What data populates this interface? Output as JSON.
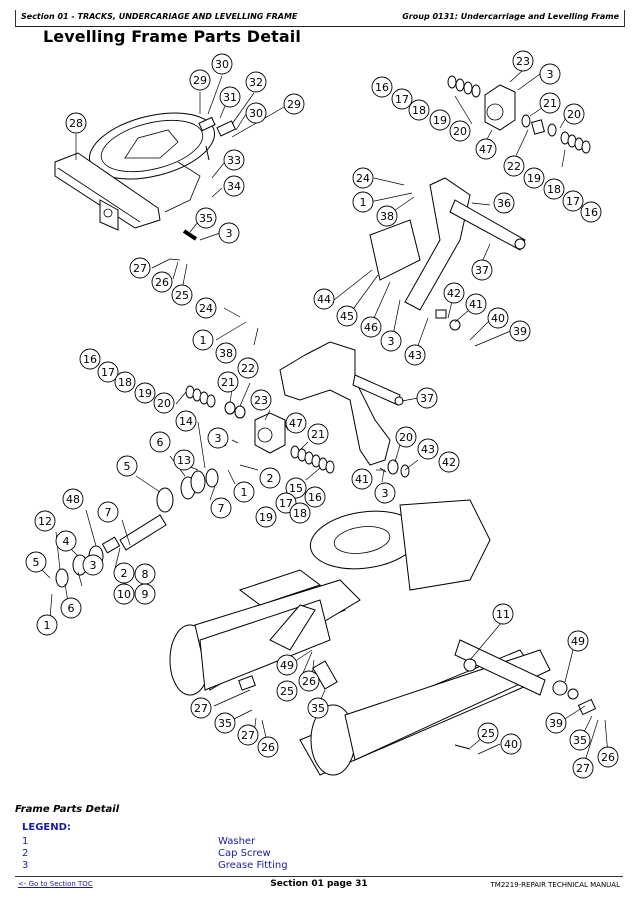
{
  "header": {
    "section": "Section 01 - TRACKS, UNDERCARIAGE AND LEVELLING FRAME",
    "group": "Group 0131: Undercarriage and Levelling Frame"
  },
  "page_title": "Levelling Frame Parts Detail",
  "diagram": {
    "callouts": [
      {
        "id": "c1",
        "label": "30"
      },
      {
        "id": "c2",
        "label": "29"
      },
      {
        "id": "c3",
        "label": "32"
      },
      {
        "id": "c4",
        "label": "31"
      },
      {
        "id": "c5",
        "label": "30"
      },
      {
        "id": "c6",
        "label": "29"
      },
      {
        "id": "c7",
        "label": "28"
      },
      {
        "id": "c8",
        "label": "33"
      },
      {
        "id": "c9",
        "label": "34"
      },
      {
        "id": "c10",
        "label": "35"
      },
      {
        "id": "c11",
        "label": "3"
      },
      {
        "id": "c12",
        "label": "27"
      },
      {
        "id": "c13",
        "label": "26"
      },
      {
        "id": "c14",
        "label": "25"
      },
      {
        "id": "c15",
        "label": "23"
      },
      {
        "id": "c16",
        "label": "3"
      },
      {
        "id": "c17",
        "label": "16"
      },
      {
        "id": "c18",
        "label": "17"
      },
      {
        "id": "c19",
        "label": "18"
      },
      {
        "id": "c20",
        "label": "19"
      },
      {
        "id": "c21",
        "label": "20"
      },
      {
        "id": "c22",
        "label": "47"
      },
      {
        "id": "c23",
        "label": "21"
      },
      {
        "id": "c24",
        "label": "20"
      },
      {
        "id": "c25",
        "label": "22"
      },
      {
        "id": "c26",
        "label": "19"
      },
      {
        "id": "c27",
        "label": "18"
      },
      {
        "id": "c28",
        "label": "17"
      },
      {
        "id": "c29",
        "label": "16"
      },
      {
        "id": "c30",
        "label": "24"
      },
      {
        "id": "c31",
        "label": "1"
      },
      {
        "id": "c32",
        "label": "38"
      },
      {
        "id": "c33",
        "label": "36"
      },
      {
        "id": "c34",
        "label": "37"
      },
      {
        "id": "c35",
        "label": "44"
      },
      {
        "id": "c36",
        "label": "45"
      },
      {
        "id": "c37",
        "label": "46"
      },
      {
        "id": "c38",
        "label": "3"
      },
      {
        "id": "c39",
        "label": "43"
      },
      {
        "id": "c40",
        "label": "42"
      },
      {
        "id": "c41",
        "label": "41"
      },
      {
        "id": "c42",
        "label": "40"
      },
      {
        "id": "c43",
        "label": "39"
      },
      {
        "id": "c44",
        "label": "24"
      },
      {
        "id": "c45",
        "label": "1"
      },
      {
        "id": "c46",
        "label": "38"
      },
      {
        "id": "c47",
        "label": "37"
      },
      {
        "id": "c48",
        "label": "16"
      },
      {
        "id": "c49",
        "label": "17"
      },
      {
        "id": "c50",
        "label": "18"
      },
      {
        "id": "c51",
        "label": "19"
      },
      {
        "id": "c52",
        "label": "20"
      },
      {
        "id": "c53",
        "label": "21"
      },
      {
        "id": "c54",
        "label": "22"
      },
      {
        "id": "c55",
        "label": "23"
      },
      {
        "id": "c56",
        "label": "47"
      },
      {
        "id": "c57",
        "label": "14"
      },
      {
        "id": "c58",
        "label": "3"
      },
      {
        "id": "c59",
        "label": "21"
      },
      {
        "id": "c60",
        "label": "6"
      },
      {
        "id": "c61",
        "label": "13"
      },
      {
        "id": "c62",
        "label": "2"
      },
      {
        "id": "c63",
        "label": "1"
      },
      {
        "id": "c64",
        "label": "5"
      },
      {
        "id": "c65",
        "label": "7"
      },
      {
        "id": "c66",
        "label": "15"
      },
      {
        "id": "c67",
        "label": "16"
      },
      {
        "id": "c68",
        "label": "17"
      },
      {
        "id": "c69",
        "label": "18"
      },
      {
        "id": "c70",
        "label": "19"
      },
      {
        "id": "c71",
        "label": "20"
      },
      {
        "id": "c72",
        "label": "43"
      },
      {
        "id": "c73",
        "label": "42"
      },
      {
        "id": "c74",
        "label": "41"
      },
      {
        "id": "c75",
        "label": "3"
      },
      {
        "id": "c76",
        "label": "48"
      },
      {
        "id": "c77",
        "label": "7"
      },
      {
        "id": "c78",
        "label": "12"
      },
      {
        "id": "c79",
        "label": "4"
      },
      {
        "id": "c80",
        "label": "5"
      },
      {
        "id": "c81",
        "label": "3"
      },
      {
        "id": "c82",
        "label": "6"
      },
      {
        "id": "c83",
        "label": "1"
      },
      {
        "id": "c84",
        "label": "2"
      },
      {
        "id": "c85",
        "label": "8"
      },
      {
        "id": "c86",
        "label": "10"
      },
      {
        "id": "c87",
        "label": "9"
      },
      {
        "id": "c88",
        "label": "11"
      },
      {
        "id": "c89",
        "label": "49"
      },
      {
        "id": "c90",
        "label": "49"
      },
      {
        "id": "c91",
        "label": "25"
      },
      {
        "id": "c92",
        "label": "26"
      },
      {
        "id": "c93",
        "label": "27"
      },
      {
        "id": "c94",
        "label": "35"
      },
      {
        "id": "c95",
        "label": "35"
      },
      {
        "id": "c96",
        "label": "27"
      },
      {
        "id": "c97",
        "label": "26"
      },
      {
        "id": "c98",
        "label": "25"
      },
      {
        "id": "c99",
        "label": "40"
      },
      {
        "id": "c100",
        "label": "39"
      },
      {
        "id": "c101",
        "label": "35"
      },
      {
        "id": "c102",
        "label": "27"
      },
      {
        "id": "c103",
        "label": "26"
      },
      {
        "id": "c104",
        "label": "25"
      }
    ]
  },
  "legend": {
    "subtitle": "Frame Parts Detail",
    "title": "LEGEND:",
    "items": [
      {
        "num": "1",
        "desc": "Washer"
      },
      {
        "num": "2",
        "desc": "Cap Screw"
      },
      {
        "num": "3",
        "desc": "Grease Fitting"
      }
    ]
  },
  "footer": {
    "toc_link": "<- Go to Section TOC",
    "page": "Section 01 page 31",
    "manual": "TM2219-REPAIR TECHNICAL MANUAL"
  },
  "colors": {
    "legend_text": "#1a1aa8",
    "text": "#000000",
    "background": "#ffffff"
  }
}
